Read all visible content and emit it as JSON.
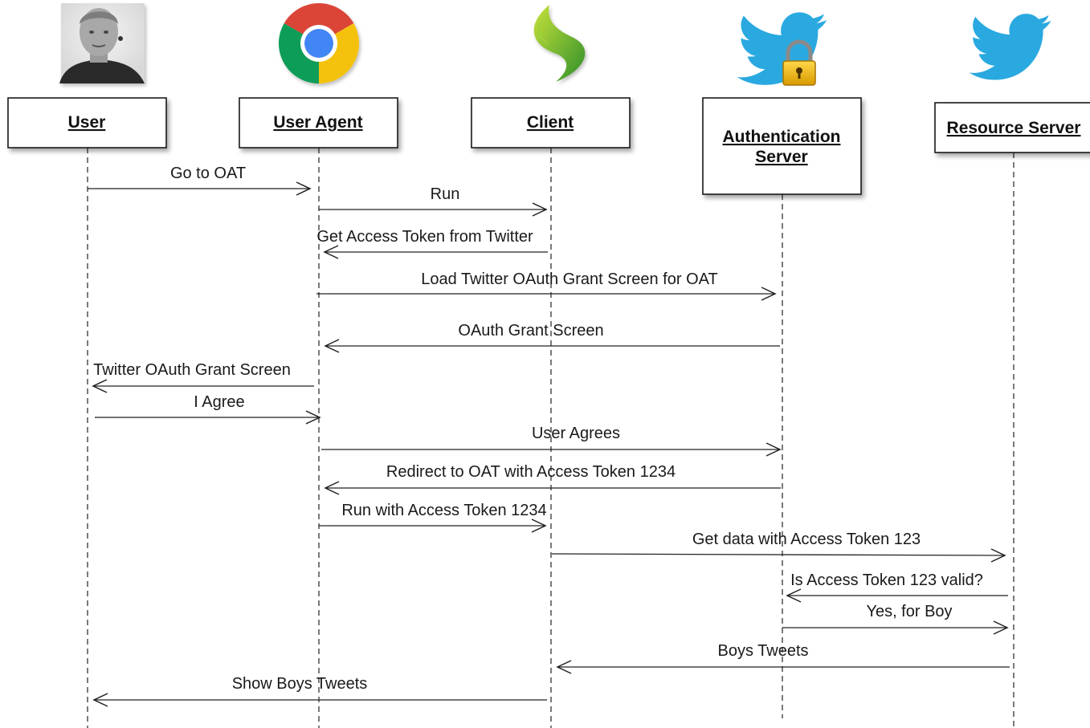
{
  "actors": [
    {
      "id": "user",
      "label_lines": [
        "User"
      ],
      "icon": "user-photo-icon"
    },
    {
      "id": "user_agent",
      "label_lines": [
        "User Agent"
      ],
      "icon": "chrome-icon"
    },
    {
      "id": "client",
      "label_lines": [
        "Client"
      ],
      "icon": "sencha-icon"
    },
    {
      "id": "auth_server",
      "label_lines": [
        "Authentication",
        "Server"
      ],
      "icon": "twitter-lock-icon"
    },
    {
      "id": "resource_server",
      "label_lines": [
        "Resource Server"
      ],
      "icon": "twitter-bird-icon"
    }
  ],
  "messages": [
    {
      "from": "user",
      "to": "user_agent",
      "label": "Go to OAT"
    },
    {
      "from": "user_agent",
      "to": "client",
      "label": "Run"
    },
    {
      "from": "client",
      "to": "user_agent",
      "label": "Get Access Token from Twitter"
    },
    {
      "from": "user_agent",
      "to": "auth_server",
      "label": "Load Twitter OAuth Grant Screen for OAT"
    },
    {
      "from": "auth_server",
      "to": "user_agent",
      "label": "OAuth Grant Screen"
    },
    {
      "from": "user_agent",
      "to": "user",
      "label": "Twitter OAuth Grant Screen"
    },
    {
      "from": "user",
      "to": "user_agent",
      "label": "I Agree"
    },
    {
      "from": "user_agent",
      "to": "auth_server",
      "label": "User Agrees"
    },
    {
      "from": "auth_server",
      "to": "user_agent",
      "label": "Redirect to OAT with Access Token 1234"
    },
    {
      "from": "user_agent",
      "to": "client",
      "label": "Run with Access Token 1234"
    },
    {
      "from": "client",
      "to": "resource_server",
      "label": "Get data with Access Token 123"
    },
    {
      "from": "resource_server",
      "to": "auth_server",
      "label": "Is Access Token 123 valid?"
    },
    {
      "from": "auth_server",
      "to": "resource_server",
      "label": "Yes, for Boy"
    },
    {
      "from": "resource_server",
      "to": "client",
      "label": "Boys Tweets"
    },
    {
      "from": "client",
      "to": "user",
      "label": "Show Boys Tweets"
    }
  ],
  "colors": {
    "chrome_red": "#db4437",
    "chrome_yellow": "#f4c20d",
    "chrome_green": "#0f9d58",
    "chrome_blue": "#4285f4",
    "sencha_green": "#7ab829",
    "twitter_blue": "#2aa9e0",
    "lock_gold": "#f2b705"
  }
}
